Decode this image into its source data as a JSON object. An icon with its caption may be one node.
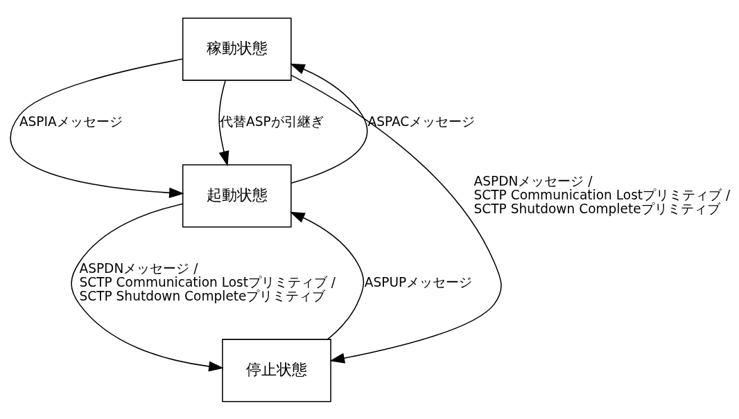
{
  "diagram": {
    "nodes": [
      {
        "text": [
          "稼動状態"
        ]
      },
      {
        "text": [
          "起動状態"
        ]
      },
      {
        "text": [
          "停止状態"
        ]
      }
    ],
    "edges": [
      {
        "from": 1,
        "to": 0,
        "arrow": "to",
        "label": "ASPACメッセージ"
      },
      {
        "from": 0,
        "to": 1,
        "arrow": "to",
        "label": "ASPIAメッセージ"
      },
      {
        "from": 0,
        "to": 1,
        "arrow": "to",
        "label": "代替ASPが引継ぎ"
      },
      {
        "from": 2,
        "to": 1,
        "arrow": "to",
        "label": "ASPUPメッセージ"
      },
      {
        "from": 1,
        "to": 2,
        "arrow": "to",
        "label": "ASPDNメッセージ / SCTP Communication Lostプリミティブ / SCTP Shutdown Completeプリミティブ"
      },
      {
        "from": 0,
        "to": 2,
        "arrow": "to",
        "label": "ASPDNメッセージ / SCTP Communication Lostプリミティブ / SCTP Shutdown Completeプリミティブ"
      }
    ]
  }
}
